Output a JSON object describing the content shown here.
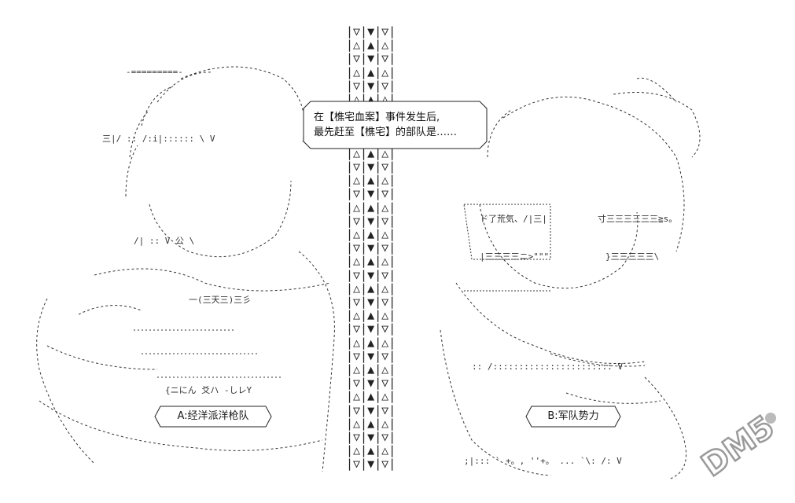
{
  "speech_bubble": {
    "line1": "在【樵宅血案】事件发生后,",
    "line2": "最先赶至【樵宅】的部队是……"
  },
  "faction_a": {
    "label": "A:经洋派洋枪队"
  },
  "faction_b": {
    "label": "B:军队势力"
  },
  "watermark": {
    "text": "DM5"
  },
  "center_column": {
    "row_pattern": [
      "|▽|▼|▽|",
      "|△|▲|△|"
    ]
  },
  "colors": {
    "line": "#1a1a1a",
    "background": "#ffffff",
    "watermark": "#9a9a9a"
  }
}
